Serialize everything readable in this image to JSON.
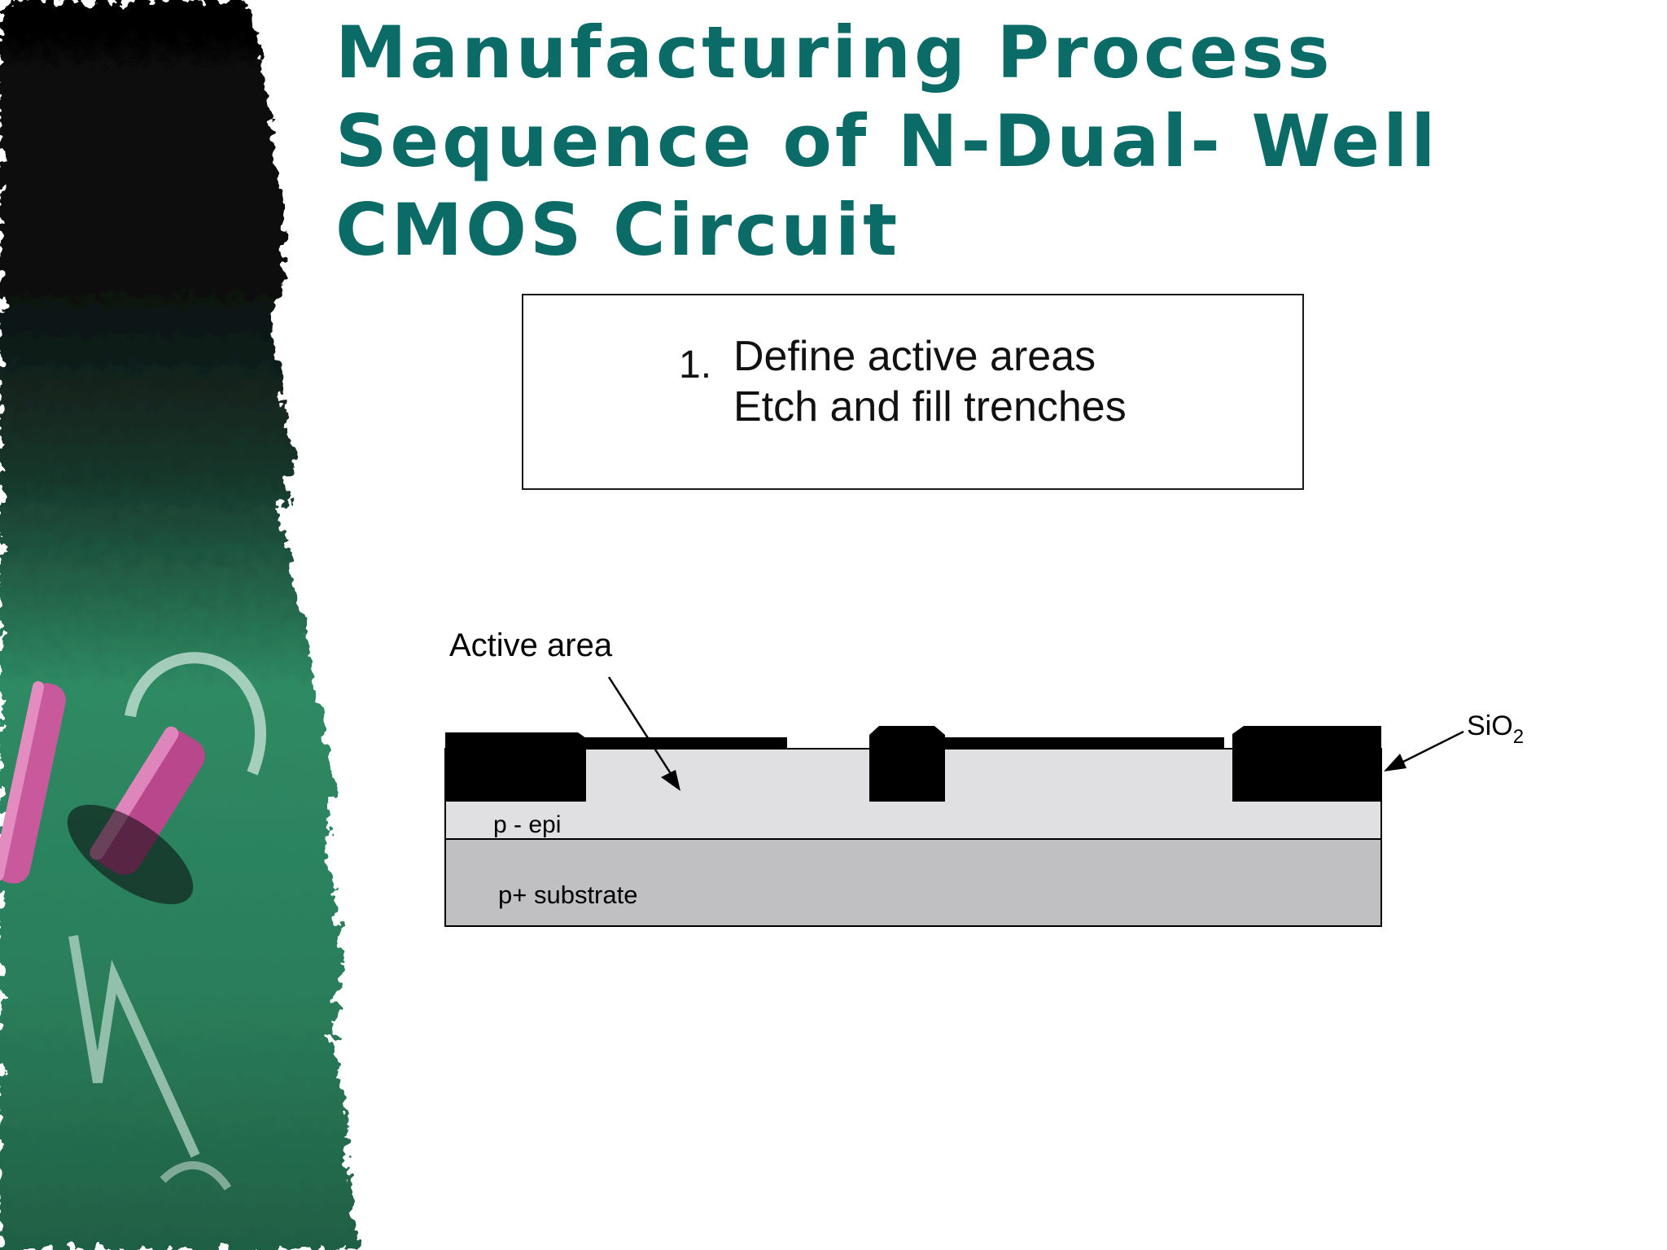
{
  "slide": {
    "title_lines": [
      "Manufacturing Process",
      "Sequence of N-Dual- Well",
      "CMOS Circuit"
    ],
    "title_color": "#0b6b67"
  },
  "step_box": {
    "number": "1.",
    "lines": [
      "Define active areas",
      "Etch and fill trenches"
    ]
  },
  "cross_section": {
    "label_active_area": "Active area",
    "label_sio2_base": "SiO",
    "label_sio2_sub": "2",
    "layer_epi": "p - epi",
    "layer_substrate": "p+ substrate",
    "colors": {
      "oxide": "#000000",
      "epi": "#e0dfe2",
      "substrate": "#c0bfc2"
    }
  },
  "background_art": {
    "description_icon": "chalkboard-chalk-art",
    "colors": {
      "board": "#2e8a63",
      "dark": "#0a0a0a",
      "chalk": "#c85a9c"
    }
  }
}
